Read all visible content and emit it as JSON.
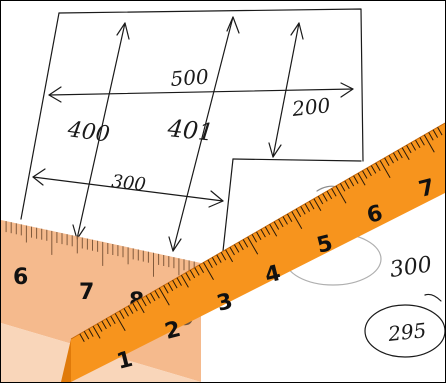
{
  "sketch": {
    "labels": [
      {
        "id": "dim-500",
        "text": "500"
      },
      {
        "id": "dim-200",
        "text": "200"
      },
      {
        "id": "dim-400",
        "text": "400"
      },
      {
        "id": "dim-401",
        "text": "401"
      },
      {
        "id": "dim-300",
        "text": "300"
      },
      {
        "id": "note-300",
        "text": "300"
      },
      {
        "id": "note-295",
        "text": "295"
      }
    ]
  },
  "back_ruler": {
    "numbers": [
      "6",
      "7",
      "8",
      "9"
    ]
  },
  "front_ruler": {
    "numbers": [
      "1",
      "2",
      "3",
      "4",
      "5",
      "6",
      "7"
    ]
  },
  "colors": {
    "ruler_top": "#f7941d",
    "ruler_front": "#f08a16",
    "back_ruler": "#f4b07d",
    "ink": "#1a1a1a"
  }
}
